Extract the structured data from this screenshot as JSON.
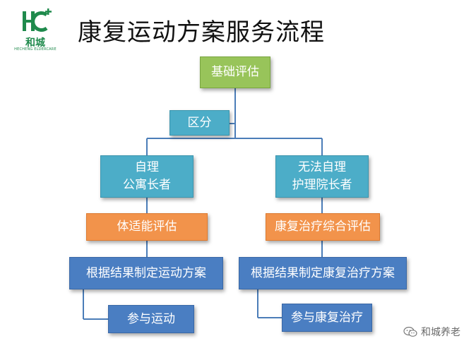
{
  "logo": {
    "name": "和城",
    "subtitle": "HECHENG ELDERCARE",
    "color": "#1f8a4c"
  },
  "title": "康复运动方案服务流程",
  "nodes": {
    "basic_assessment": "基础评估",
    "distinguish": "区分",
    "self_care": {
      "line1": "自理",
      "line2": "公寓长者"
    },
    "non_self_care": {
      "line1": "无法自理",
      "line2": "护理院长者"
    },
    "fitness_assessment": "体适能评估",
    "rehab_assessment": "康复治疗综合评估",
    "exercise_plan": "根据结果制定运动方案",
    "rehab_plan": "根据结果制定康复治疗方案",
    "join_exercise": "参与运动",
    "join_rehab": "参与康复治疗"
  },
  "watermark": {
    "text": "和城养老",
    "icon": "wechat-icon"
  },
  "colors": {
    "green": "#98c45a",
    "teal": "#4cadc8",
    "orange": "#f2934b",
    "blue": "#4a7ec2",
    "line": "#4b7db8"
  }
}
